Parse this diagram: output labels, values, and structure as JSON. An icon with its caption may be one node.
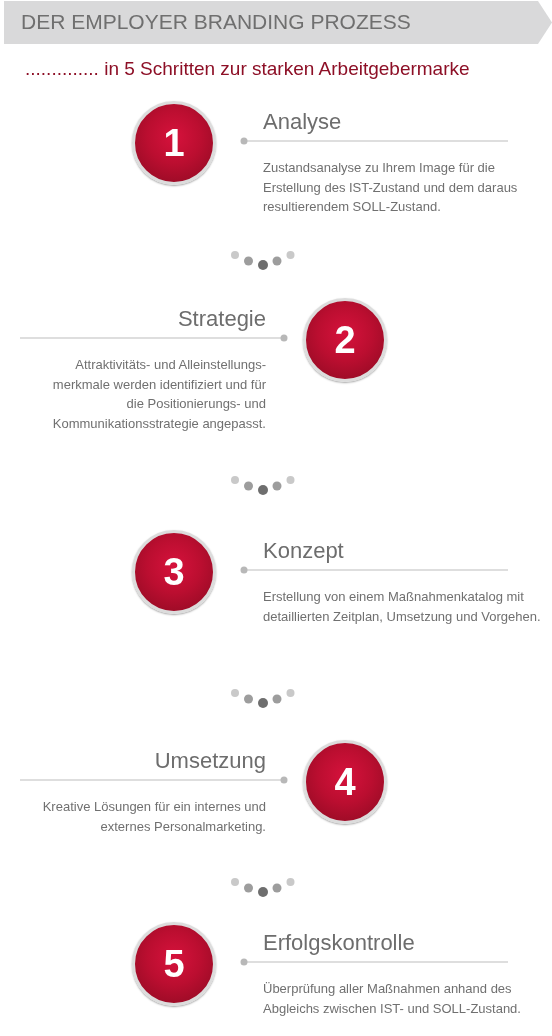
{
  "diagram": {
    "title": "DER EMPLOYER BRANDING PROZESS",
    "caption": ".............. in 5 Schritten zur starken Arbeitgebermarke",
    "nodes": [
      {
        "text": [
          "1"
        ],
        "beside": [
          "Analyse",
          "Zustandsanalyse zu Ihrem Image für die Erstellung des IST-Zustand und dem daraus resultierendem SOLL-Zustand."
        ]
      },
      {
        "text": [
          "2"
        ],
        "beside": [
          "Strategie",
          "Attraktivitäts- und Alleinstellungs- merkmale werden identifiziert und für die Positionierungs- und Kommunikationsstrategie angepasst."
        ]
      },
      {
        "text": [
          "3"
        ],
        "beside": [
          "Konzept",
          "Erstellung von einem Maßnahmenkatalog mit detaillierten Zeitplan, Umsetzung und Vorgehen."
        ]
      },
      {
        "text": [
          "4"
        ],
        "beside": [
          "Umsetzung",
          "Kreative Lösungen für ein internes und externes Personalmarketing."
        ]
      },
      {
        "text": [
          "5"
        ],
        "beside": [
          "Erfolgskontrolle",
          "Überprüfung aller Maßnahmen anhand des Abgleichs zwischen IST- und SOLL-Zustand."
        ]
      }
    ]
  }
}
